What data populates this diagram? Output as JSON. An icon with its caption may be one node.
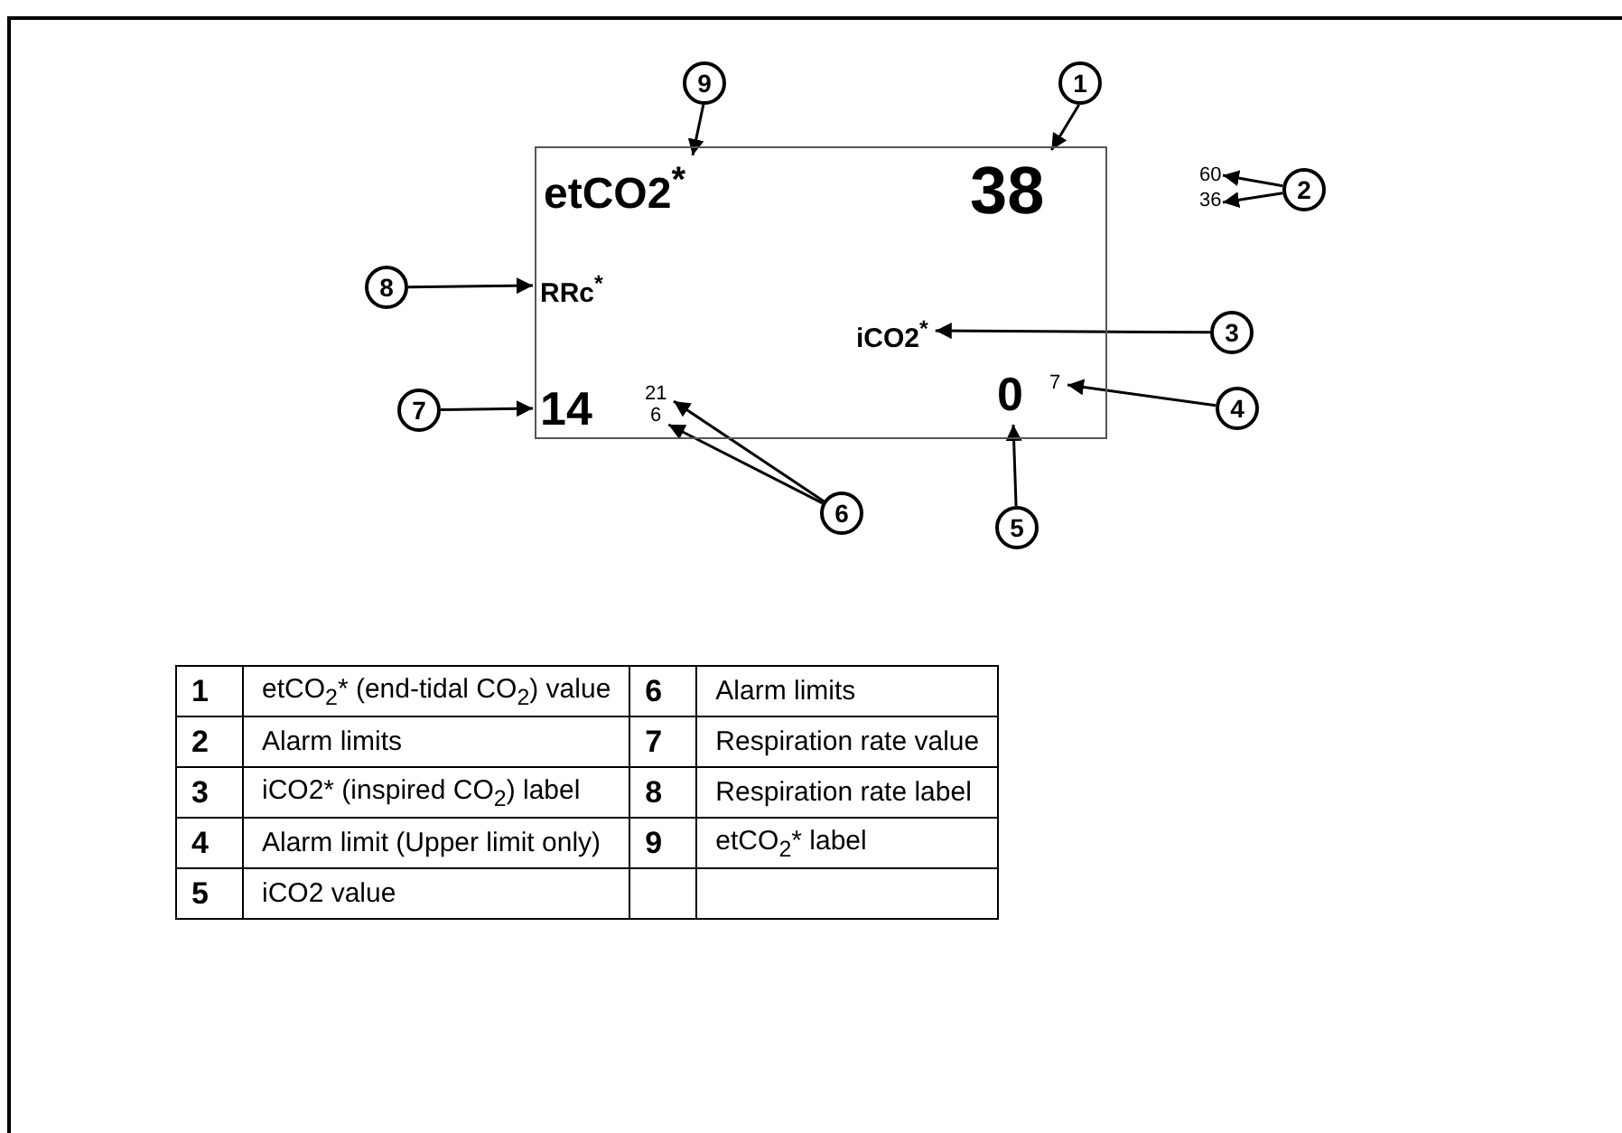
{
  "diagram": {
    "nodes": [
      {
        "text": [
          "9"
        ]
      },
      {
        "text": [
          "1"
        ]
      },
      {
        "text": [],
        "shape": "box"
      },
      {
        "text": [
          "etCO2$^{*}$"
        ],
        "in": 2
      },
      {
        "text": [
          "38"
        ],
        "in": 2
      },
      {
        "text": [
          "60"
        ]
      },
      {
        "text": [
          "36"
        ]
      },
      {
        "text": [
          "2"
        ]
      },
      {
        "text": [
          "8"
        ]
      },
      {
        "text": [
          "RRc$^{*}$"
        ],
        "in": 2
      },
      {
        "text": [
          "iCO2$^{*}$"
        ],
        "in": 2
      },
      {
        "text": [
          "3"
        ]
      },
      {
        "text": [
          "7"
        ]
      },
      {
        "text": [
          "14"
        ],
        "in": 2
      },
      {
        "text": [
          "21"
        ],
        "in": 2
      },
      {
        "text": [
          "6"
        ],
        "in": 2
      },
      {
        "text": [
          "0"
        ],
        "in": 2
      },
      {
        "text": [
          "7"
        ],
        "in": 2
      },
      {
        "text": [
          "4"
        ]
      },
      {
        "text": [
          "6"
        ]
      },
      {
        "text": [
          "5"
        ]
      }
    ],
    "edges": [
      {
        "from": 0,
        "to": 3,
        "arrow": "to"
      },
      {
        "from": 1,
        "to": 4,
        "arrow": "to"
      },
      {
        "from": 7,
        "to": 5,
        "arrow": "to"
      },
      {
        "from": 7,
        "to": 6,
        "arrow": "to"
      },
      {
        "from": 8,
        "to": 9,
        "arrow": "to"
      },
      {
        "from": 11,
        "to": 10,
        "arrow": "to"
      },
      {
        "from": 12,
        "to": 13,
        "arrow": "to"
      },
      {
        "from": 18,
        "to": 17,
        "arrow": "to"
      },
      {
        "from": 19,
        "to": 14,
        "arrow": "to"
      },
      {
        "from": 19,
        "to": 15,
        "arrow": "to"
      },
      {
        "from": 20,
        "to": 16,
        "arrow": "to"
      }
    ],
    "labels": [
      "1",
      "etCO$_{2}$* (end-tidal CO$_{2}$) value",
      "6",
      "Alarm limits",
      "2",
      "Alarm limits",
      "7",
      "Respiration rate value",
      "3",
      "iCO2* (inspired CO$_{2}$) label",
      "8",
      "Respiration rate label",
      "4",
      "Alarm limit (Upper limit only)",
      "9",
      "etCO$_{2}$* label",
      "5",
      "iCO2 value"
    ]
  }
}
